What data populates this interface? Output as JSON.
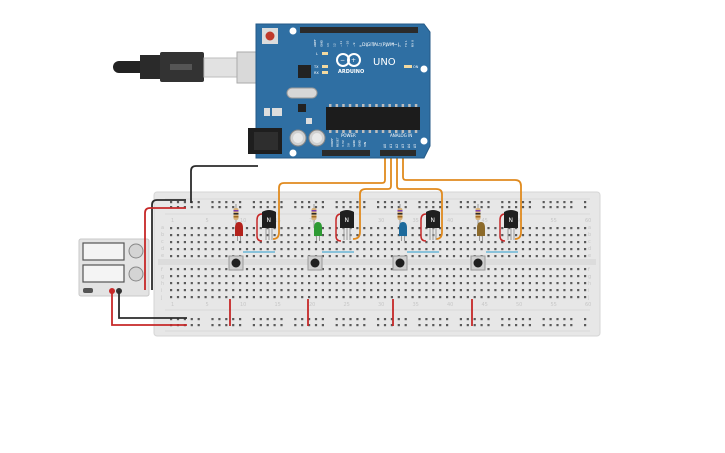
{
  "arduino": {
    "model_label": "UNO",
    "brand_label": "ARDUINO",
    "digital_label": "DIGITAL (PWM~)",
    "power_label": "POWER",
    "analog_label": "ANALOG IN",
    "led_labels": [
      "L",
      "TX",
      "RX",
      "ON"
    ],
    "analog_pins": [
      "A0",
      "A1",
      "A2",
      "A3",
      "A4",
      "A5"
    ],
    "power_pins": [
      "IOREF",
      "RESET",
      "3.3V",
      "5V",
      "GND",
      "GND",
      "VIN"
    ],
    "digital_pins": [
      "AREF",
      "GND",
      "13",
      "12",
      "~11",
      "~10",
      "~9",
      "8",
      "7",
      "~6",
      "~5",
      "4",
      "~3",
      "2",
      "TX 1",
      "RX 0"
    ]
  },
  "breadboard": {
    "row_letters_top": [
      "a",
      "b",
      "c",
      "d",
      "e"
    ],
    "row_letters_bottom": [
      "f",
      "g",
      "h",
      "i",
      "j"
    ],
    "column_numbers": [
      "1",
      "5",
      "10",
      "15",
      "20",
      "25",
      "30",
      "35",
      "40",
      "45",
      "50",
      "55",
      "60"
    ]
  },
  "transistor_label": "N",
  "led_colors": [
    "#b3221c",
    "#2e9b34",
    "#1c6a9c",
    "#8c6a2a"
  ],
  "colors": {
    "arduino_blue": "#2f6fa3",
    "wire_orange": "#e08a1e",
    "wire_red": "#c62828",
    "wire_black": "#2b2b2b",
    "breadboard": "#e6e6e6",
    "teal_jumper": "#6ab6d6"
  },
  "icons": [
    "usb-cable-icon",
    "reset-button-icon",
    "arduino-logo-icon",
    "dc-jack-icon",
    "push-button-icon",
    "transistor-icon",
    "resistor-icon",
    "led-icon"
  ]
}
